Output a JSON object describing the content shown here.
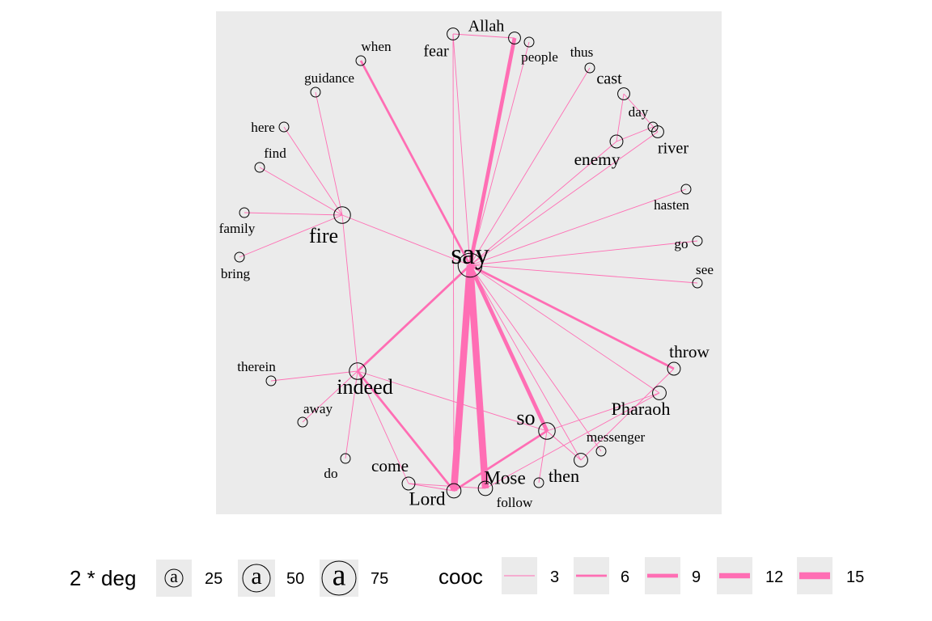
{
  "colors": {
    "panel": "#ebebeb",
    "edge": "#ff6eb4",
    "node_stroke": "#000000",
    "legend_key": "#ebebeb"
  },
  "nodes": [
    {
      "id": "say",
      "label": "say",
      "deg": 30
    },
    {
      "id": "fire",
      "label": "fire",
      "deg": 10
    },
    {
      "id": "indeed",
      "label": "indeed",
      "deg": 10
    },
    {
      "id": "so",
      "label": "so",
      "deg": 10
    },
    {
      "id": "Lord",
      "label": "Lord",
      "deg": 6
    },
    {
      "id": "Mose",
      "label": "Mose",
      "deg": 6
    },
    {
      "id": "then",
      "label": "then",
      "deg": 5
    },
    {
      "id": "Pharaoh",
      "label": "Pharaoh",
      "deg": 5
    },
    {
      "id": "throw",
      "label": "throw",
      "deg": 4
    },
    {
      "id": "come",
      "label": "come",
      "deg": 4
    },
    {
      "id": "enemy",
      "label": "enemy",
      "deg": 4
    },
    {
      "id": "river",
      "label": "river",
      "deg": 3
    },
    {
      "id": "cast",
      "label": "cast",
      "deg": 3
    },
    {
      "id": "Allah",
      "label": "Allah",
      "deg": 3
    },
    {
      "id": "fear",
      "label": "fear",
      "deg": 3
    },
    {
      "id": "people",
      "label": "people",
      "deg": 1
    },
    {
      "id": "when",
      "label": "when",
      "deg": 1
    },
    {
      "id": "thus",
      "label": "thus",
      "deg": 1
    },
    {
      "id": "guidance",
      "label": "guidance",
      "deg": 1
    },
    {
      "id": "here",
      "label": "here",
      "deg": 1
    },
    {
      "id": "find",
      "label": "find",
      "deg": 1
    },
    {
      "id": "day",
      "label": "day",
      "deg": 1
    },
    {
      "id": "hasten",
      "label": "hasten",
      "deg": 1
    },
    {
      "id": "family",
      "label": "family",
      "deg": 1
    },
    {
      "id": "go",
      "label": "go",
      "deg": 1
    },
    {
      "id": "bring",
      "label": "bring",
      "deg": 1
    },
    {
      "id": "see",
      "label": "see",
      "deg": 1
    },
    {
      "id": "therein",
      "label": "therein",
      "deg": 1
    },
    {
      "id": "away",
      "label": "away",
      "deg": 1
    },
    {
      "id": "do",
      "label": "do",
      "deg": 1
    },
    {
      "id": "messenger",
      "label": "messenger",
      "deg": 1
    },
    {
      "id": "follow",
      "label": "follow",
      "deg": 1
    }
  ],
  "edges": [
    {
      "source": "say",
      "target": "Lord",
      "cooc": 15
    },
    {
      "source": "say",
      "target": "Mose",
      "cooc": 15
    },
    {
      "source": "say",
      "target": "Allah",
      "cooc": 9
    },
    {
      "source": "say",
      "target": "so",
      "cooc": 9
    },
    {
      "source": "say",
      "target": "indeed",
      "cooc": 6
    },
    {
      "source": "say",
      "target": "throw",
      "cooc": 6
    },
    {
      "source": "say",
      "target": "when",
      "cooc": 6
    },
    {
      "source": "say",
      "target": "fire",
      "cooc": 3
    },
    {
      "source": "say",
      "target": "thus",
      "cooc": 3
    },
    {
      "source": "say",
      "target": "enemy",
      "cooc": 3
    },
    {
      "source": "say",
      "target": "river",
      "cooc": 3
    },
    {
      "source": "say",
      "target": "hasten",
      "cooc": 3
    },
    {
      "source": "say",
      "target": "go",
      "cooc": 3
    },
    {
      "source": "say",
      "target": "see",
      "cooc": 3
    },
    {
      "source": "say",
      "target": "Pharaoh",
      "cooc": 3
    },
    {
      "source": "say",
      "target": "then",
      "cooc": 3
    },
    {
      "source": "say",
      "target": "people",
      "cooc": 3
    },
    {
      "source": "say",
      "target": "fear",
      "cooc": 3
    },
    {
      "source": "say",
      "target": "messenger",
      "cooc": 3
    },
    {
      "source": "fear",
      "target": "Allah",
      "cooc": 3
    },
    {
      "source": "fear",
      "target": "Lord",
      "cooc": 3
    },
    {
      "source": "enemy",
      "target": "cast",
      "cooc": 3
    },
    {
      "source": "enemy",
      "target": "day",
      "cooc": 3
    },
    {
      "source": "cast",
      "target": "river",
      "cooc": 3
    },
    {
      "source": "fire",
      "target": "guidance",
      "cooc": 3
    },
    {
      "source": "fire",
      "target": "here",
      "cooc": 3
    },
    {
      "source": "fire",
      "target": "find",
      "cooc": 3
    },
    {
      "source": "fire",
      "target": "family",
      "cooc": 3
    },
    {
      "source": "fire",
      "target": "bring",
      "cooc": 3
    },
    {
      "source": "fire",
      "target": "indeed",
      "cooc": 3
    },
    {
      "source": "indeed",
      "target": "therein",
      "cooc": 3
    },
    {
      "source": "indeed",
      "target": "away",
      "cooc": 3
    },
    {
      "source": "indeed",
      "target": "do",
      "cooc": 3
    },
    {
      "source": "indeed",
      "target": "Lord",
      "cooc": 6
    },
    {
      "source": "indeed",
      "target": "come",
      "cooc": 3
    },
    {
      "source": "indeed",
      "target": "so",
      "cooc": 3
    },
    {
      "source": "so",
      "target": "Lord",
      "cooc": 6
    },
    {
      "source": "so",
      "target": "Pharaoh",
      "cooc": 3
    },
    {
      "source": "so",
      "target": "follow",
      "cooc": 3
    },
    {
      "source": "so",
      "target": "then",
      "cooc": 3
    },
    {
      "source": "come",
      "target": "Mose",
      "cooc": 3
    },
    {
      "source": "come",
      "target": "Lord",
      "cooc": 3
    },
    {
      "source": "Pharaoh",
      "target": "Mose",
      "cooc": 3
    },
    {
      "source": "throw",
      "target": "then",
      "cooc": 3
    }
  ],
  "legend": {
    "size_title": "2 * deg",
    "size_key_glyph": "a",
    "size_items": [
      "25",
      "50",
      "75"
    ],
    "width_title": "cooc",
    "width_items": [
      "3",
      "6",
      "9",
      "12",
      "15"
    ]
  }
}
